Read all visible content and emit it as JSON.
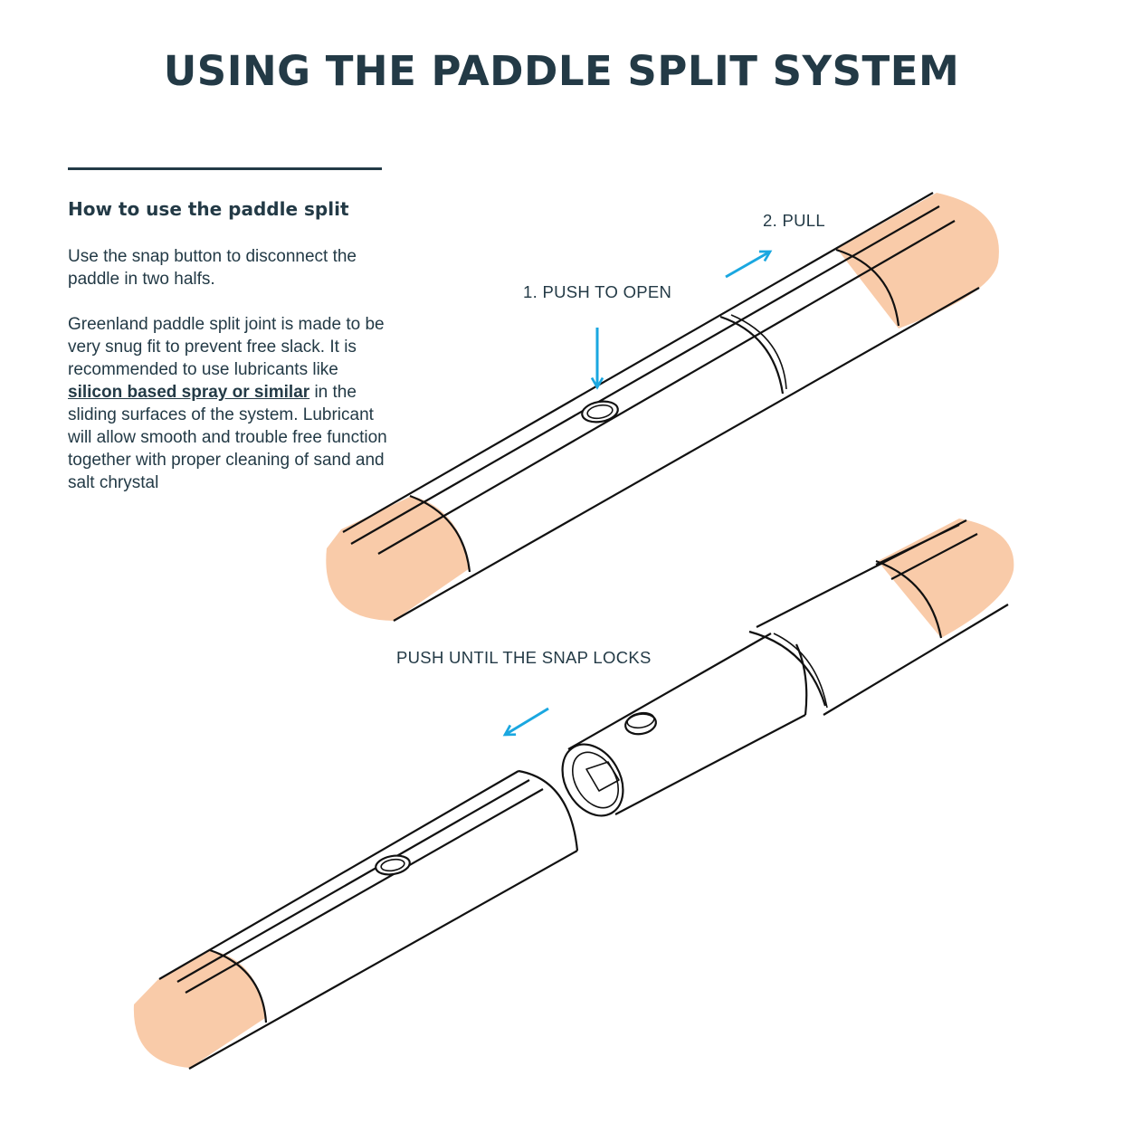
{
  "title": "USING THE PADDLE SPLIT SYSTEM",
  "sidebar": {
    "heading": "How to use the paddle split",
    "paragraph1": "Use the snap button to disconnect the paddle in two halfs.",
    "paragraph2_before": "Greenland paddle split joint is made to be very snug fit to prevent free slack. It is recommended to use lubricants like ",
    "paragraph2_link": "silicon based spray or similar",
    "paragraph2_after": " in the sliding surfaces of the system. Lubricant will allow smooth and trouble free function together with proper cleaning of sand and salt chrystal"
  },
  "labels": {
    "pull": "2. PULL",
    "push_to_open": "1. PUSH TO OPEN",
    "push_until_snap": "PUSH UNTIL THE SNAP LOCKS"
  },
  "colors": {
    "text": "#233a46",
    "wood": "#f9cba9",
    "arrow": "#1aa7e0",
    "outline": "#111111"
  },
  "icons": {
    "pull_arrow": "arrow-up-right-icon",
    "push_arrow": "arrow-down-icon",
    "snap_arrow": "arrow-down-left-icon"
  }
}
